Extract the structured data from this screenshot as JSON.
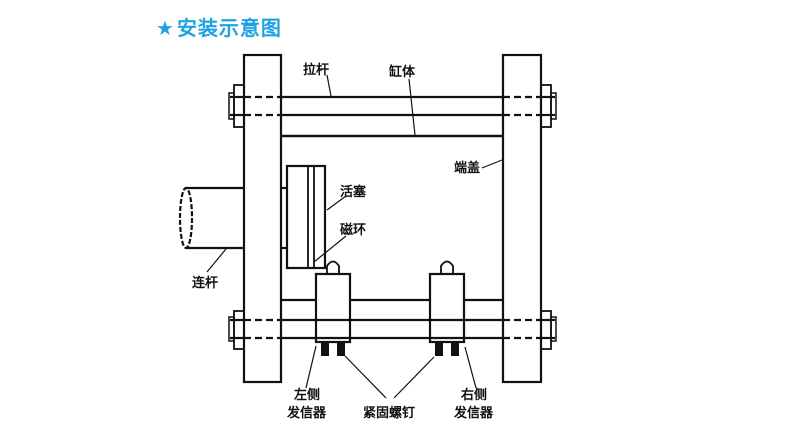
{
  "title": {
    "star": "★",
    "text": "安装示意图",
    "color": "#1fa3e0"
  },
  "diagram": {
    "labels": {
      "tie_rod": "拉杆",
      "cylinder_body": "缸体",
      "end_cap": "端盖",
      "piston": "活塞",
      "magnetic_ring": "磁环",
      "connecting_rod": "连杆",
      "left_sensor_line1": "左侧",
      "left_sensor_line2": "发信器",
      "fastening_screw": "紧固螺钉",
      "right_sensor_line1": "右侧",
      "right_sensor_line2": "发信器"
    },
    "line_color": "#111111"
  }
}
